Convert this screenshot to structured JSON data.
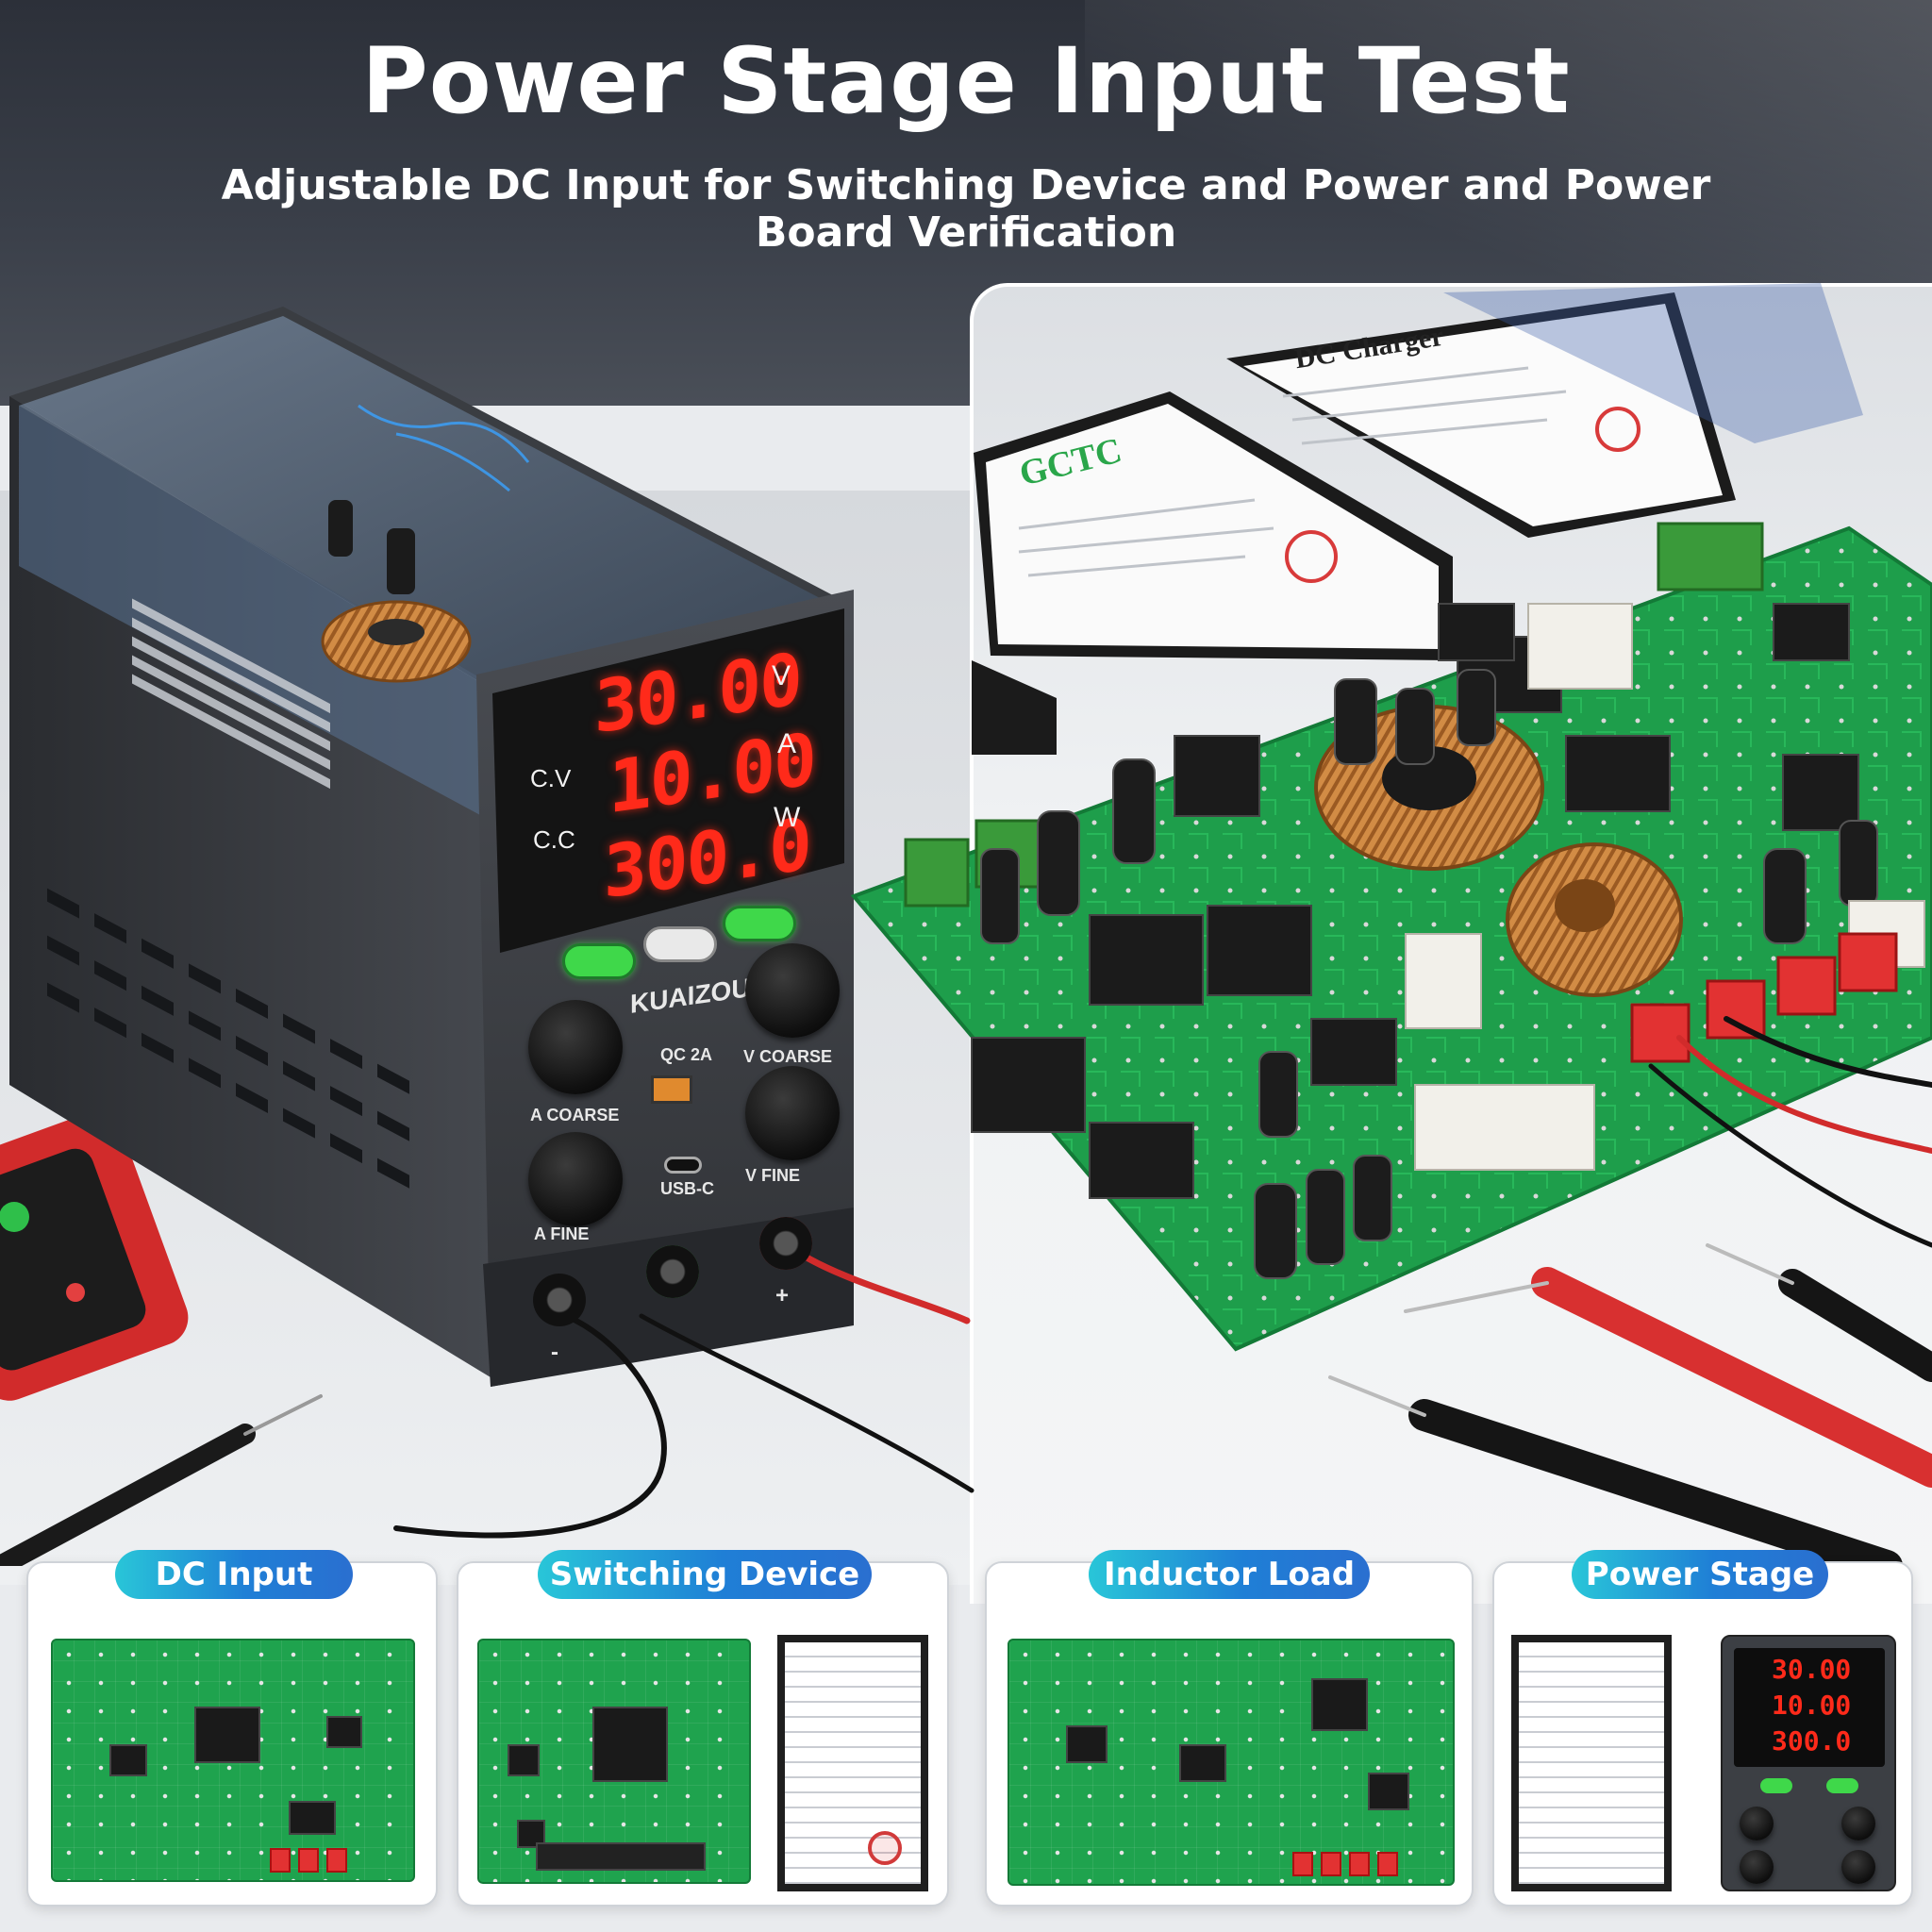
{
  "header": {
    "title": "Power Stage Input Test",
    "subtitle": "Adjustable DC Input for Switching Device and Power and Power Board Verification"
  },
  "power_supply": {
    "brand": "KUAIZOU",
    "display": {
      "voltage": "30.00",
      "current": "10.00",
      "power": "300.0",
      "unit_voltage": "V",
      "unit_current": "A",
      "unit_power": "W",
      "mode_cv": "C.V",
      "mode_cc": "C.C"
    },
    "labels": {
      "usb_a": "QC 2A",
      "knob_voltage": "V COARSE",
      "knob_current": "A COARSE",
      "usb_c_label": "USB-C",
      "knob_fine_v": "V FINE",
      "knob_fine_a": "A FINE",
      "terminal_neg": "-",
      "terminal_pos": "+"
    }
  },
  "documents": {
    "doc1_title": "DC Charger",
    "doc2_title": "GCTC"
  },
  "cards": [
    {
      "label": "DC Input"
    },
    {
      "label": "Switching Device"
    },
    {
      "label": "Inductor Load"
    },
    {
      "label": "Power Stage"
    }
  ],
  "mini_display": {
    "line1": "30.00",
    "line2": "10.00",
    "line3": "300.0"
  },
  "colors": {
    "pcb_green": "#1fa34e",
    "display_red": "#ff2a1a",
    "card_label_blue": "#1f7fd6",
    "header_dark": "#2c3039"
  }
}
